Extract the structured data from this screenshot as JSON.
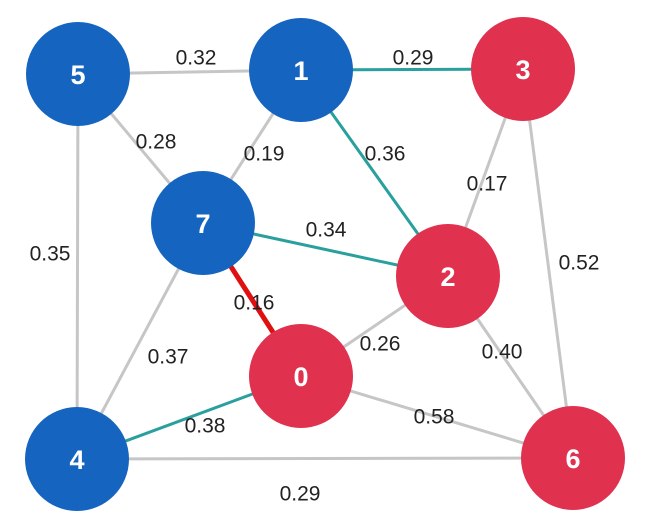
{
  "colors": {
    "blue": "#1565c0",
    "red": "#e0314f",
    "gray": "#c6c6c6",
    "teal": "#2aa09e",
    "highlight": "#e01010"
  },
  "nodes": [
    {
      "id": "n0",
      "label": "0",
      "group": "red"
    },
    {
      "id": "n1",
      "label": "1",
      "group": "blue"
    },
    {
      "id": "n2",
      "label": "2",
      "group": "red"
    },
    {
      "id": "n3",
      "label": "3",
      "group": "red"
    },
    {
      "id": "n4",
      "label": "4",
      "group": "blue"
    },
    {
      "id": "n5",
      "label": "5",
      "group": "blue"
    },
    {
      "id": "n6",
      "label": "6",
      "group": "red"
    },
    {
      "id": "n7",
      "label": "7",
      "group": "blue"
    }
  ],
  "edges": [
    {
      "from": "n5",
      "to": "n1",
      "weight": "0.32",
      "style": "gray"
    },
    {
      "from": "n1",
      "to": "n3",
      "weight": "0.29",
      "style": "teal"
    },
    {
      "from": "n5",
      "to": "n7",
      "weight": "0.28",
      "style": "gray"
    },
    {
      "from": "n1",
      "to": "n7",
      "weight": "0.19",
      "style": "gray"
    },
    {
      "from": "n1",
      "to": "n2",
      "weight": "0.36",
      "style": "teal"
    },
    {
      "from": "n3",
      "to": "n2",
      "weight": "0.17",
      "style": "gray"
    },
    {
      "from": "n5",
      "to": "n4",
      "weight": "0.35",
      "style": "gray"
    },
    {
      "from": "n7",
      "to": "n2",
      "weight": "0.34",
      "style": "teal"
    },
    {
      "from": "n3",
      "to": "n6",
      "weight": "0.52",
      "style": "gray"
    },
    {
      "from": "n7",
      "to": "n0",
      "weight": "0.16",
      "style": "highlight"
    },
    {
      "from": "n2",
      "to": "n0",
      "weight": "0.26",
      "style": "gray"
    },
    {
      "from": "n2",
      "to": "n6",
      "weight": "0.40",
      "style": "gray"
    },
    {
      "from": "n7",
      "to": "n4",
      "weight": "0.37",
      "style": "gray"
    },
    {
      "from": "n0",
      "to": "n4",
      "weight": "0.38",
      "style": "teal"
    },
    {
      "from": "n0",
      "to": "n6",
      "weight": "0.58",
      "style": "gray"
    },
    {
      "from": "n4",
      "to": "n6",
      "weight": "0.29",
      "style": "gray"
    }
  ]
}
